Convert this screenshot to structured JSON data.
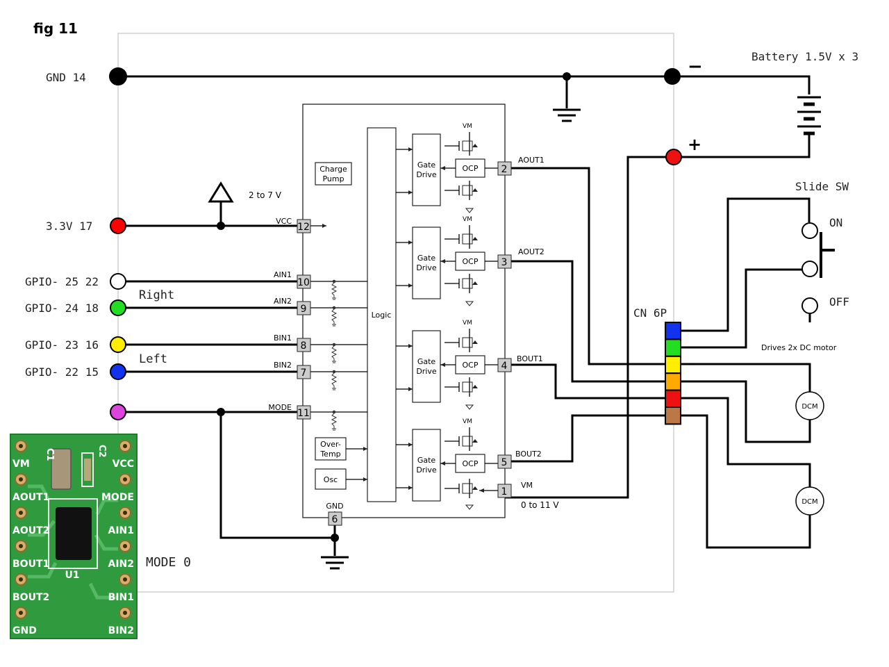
{
  "figure": {
    "label": "fig 11"
  },
  "pins": [
    {
      "label": "GND 14",
      "color": "#000000"
    },
    {
      "label": "3.3V 17",
      "color": "#ff0000"
    },
    {
      "label": "GPIO- 25 22",
      "color": "#ffffff"
    },
    {
      "label": "GPIO- 24 18",
      "color": "#22dd22"
    },
    {
      "label": "GPIO- 23 16",
      "color": "#ffee00"
    },
    {
      "label": "GPIO- 22 15",
      "color": "#1133ee"
    },
    {
      "label": "",
      "color": "#dd44dd"
    }
  ],
  "side_labels": {
    "right": "Right",
    "left": "Left"
  },
  "battery": {
    "label": "Battery 1.5V x 3",
    "minus": "−",
    "plus": "+"
  },
  "switch": {
    "title": "Slide SW",
    "on": "ON",
    "off": "OFF"
  },
  "connector": {
    "title": "CN 6P",
    "colors": [
      "#1133ee",
      "#22dd22",
      "#ffee00",
      "#ffaa00",
      "#ee1111",
      "#bb7744"
    ]
  },
  "motors": {
    "caption": "Drives 2x DC motor",
    "label": "DCM"
  },
  "chip": {
    "vcc_range": "2 to 7 V",
    "vm_range": "0 to 11 V",
    "blocks": {
      "charge_pump": [
        "Charge",
        "Pump"
      ],
      "logic": "Logic",
      "gate_drive": [
        "Gate",
        "Drive"
      ],
      "ocp": "OCP",
      "overtemp": [
        "Over-",
        "Temp"
      ],
      "osc": "Osc",
      "vm": "VM"
    },
    "left_pins": [
      {
        "name": "VCC",
        "num": "12"
      },
      {
        "name": "AIN1",
        "num": "10"
      },
      {
        "name": "AIN2",
        "num": "9"
      },
      {
        "name": "BIN1",
        "num": "8"
      },
      {
        "name": "BIN2",
        "num": "7"
      },
      {
        "name": "MODE",
        "num": "11"
      }
    ],
    "right_pins": [
      {
        "name": "AOUT1",
        "num": "2"
      },
      {
        "name": "AOUT2",
        "num": "3"
      },
      {
        "name": "BOUT1",
        "num": "4"
      },
      {
        "name": "BOUT2",
        "num": "5"
      },
      {
        "name": "VM",
        "num": "1"
      }
    ],
    "gnd_pin": {
      "name": "GND",
      "num": "6"
    }
  },
  "board": {
    "mode_label": "MODE 0",
    "left_labels": [
      "VM",
      "AOUT1",
      "AOUT2",
      "BOUT1",
      "BOUT2",
      "GND"
    ],
    "right_labels": [
      "VCC",
      "MODE",
      "AIN1",
      "AIN2",
      "BIN1",
      "BIN2"
    ],
    "chip_label": "U1",
    "c1": "C1",
    "c2": "C2"
  }
}
